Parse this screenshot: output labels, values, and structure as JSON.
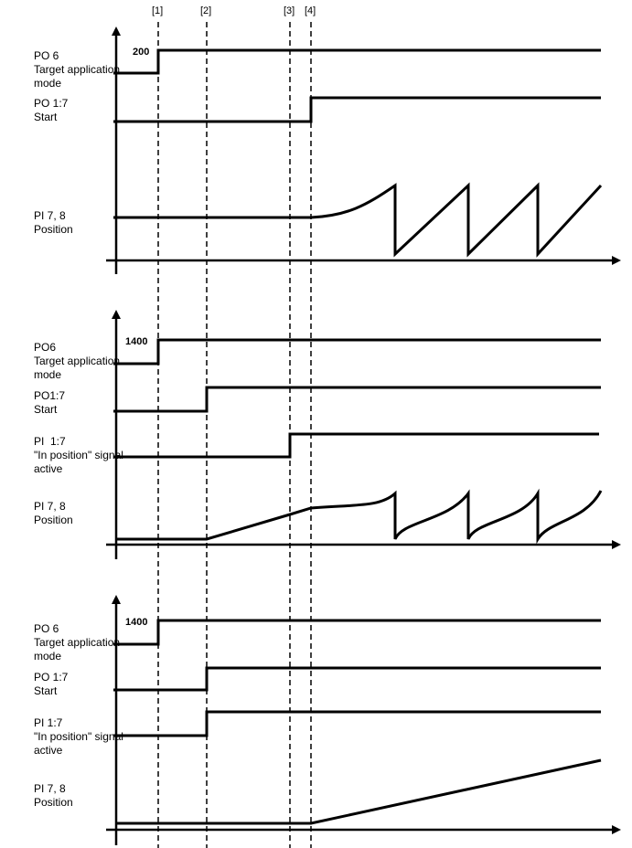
{
  "markers": [
    "[1]",
    "[2]",
    "[3]",
    "[4]"
  ],
  "panels": [
    {
      "value_label": "200",
      "signals": [
        {
          "line1": "PO 6",
          "line2": "Target application",
          "line3": "mode"
        },
        {
          "line1": "PO 1:7",
          "line2": "Start"
        },
        {
          "line1": "PI 7, 8",
          "line2": "Position"
        }
      ]
    },
    {
      "value_label": "1400",
      "signals": [
        {
          "line1": "PO6",
          "line2": "Target application",
          "line3": "mode"
        },
        {
          "line1": "PO1:7",
          "line2": "Start"
        },
        {
          "line1": "PI  1:7",
          "line2": "\"In position\" signal",
          "line3": "active"
        },
        {
          "line1": "PI 7, 8",
          "line2": "Position"
        }
      ]
    },
    {
      "value_label": "1400",
      "signals": [
        {
          "line1": "PO 6",
          "line2": "Target application",
          "line3": "mode"
        },
        {
          "line1": "PO 1:7",
          "line2": "Start"
        },
        {
          "line1": "PI 1:7",
          "line2": "\"In position\" signal",
          "line3": "active"
        },
        {
          "line1": "PI 7, 8",
          "line2": "Position"
        }
      ]
    }
  ]
}
